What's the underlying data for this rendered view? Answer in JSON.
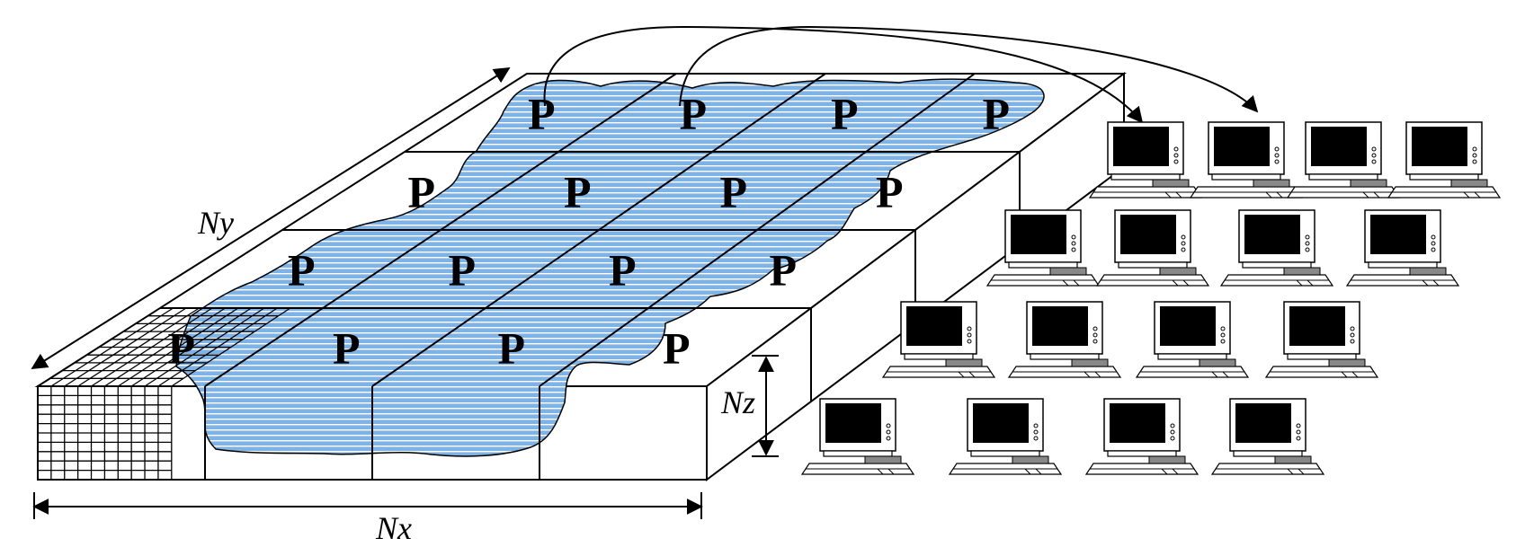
{
  "labels": {
    "nx": "Nx",
    "ny": "Ny",
    "nz": "Nz",
    "processor": "P"
  },
  "grid": {
    "rows": 4,
    "cols": 4
  },
  "cluster": {
    "rows": [
      4,
      4,
      4,
      4
    ]
  },
  "colors": {
    "fluid_fill": "#7fb2e5",
    "fluid_stripe": "#ffffff",
    "line": "#000000",
    "monitor_screen": "#000000"
  }
}
